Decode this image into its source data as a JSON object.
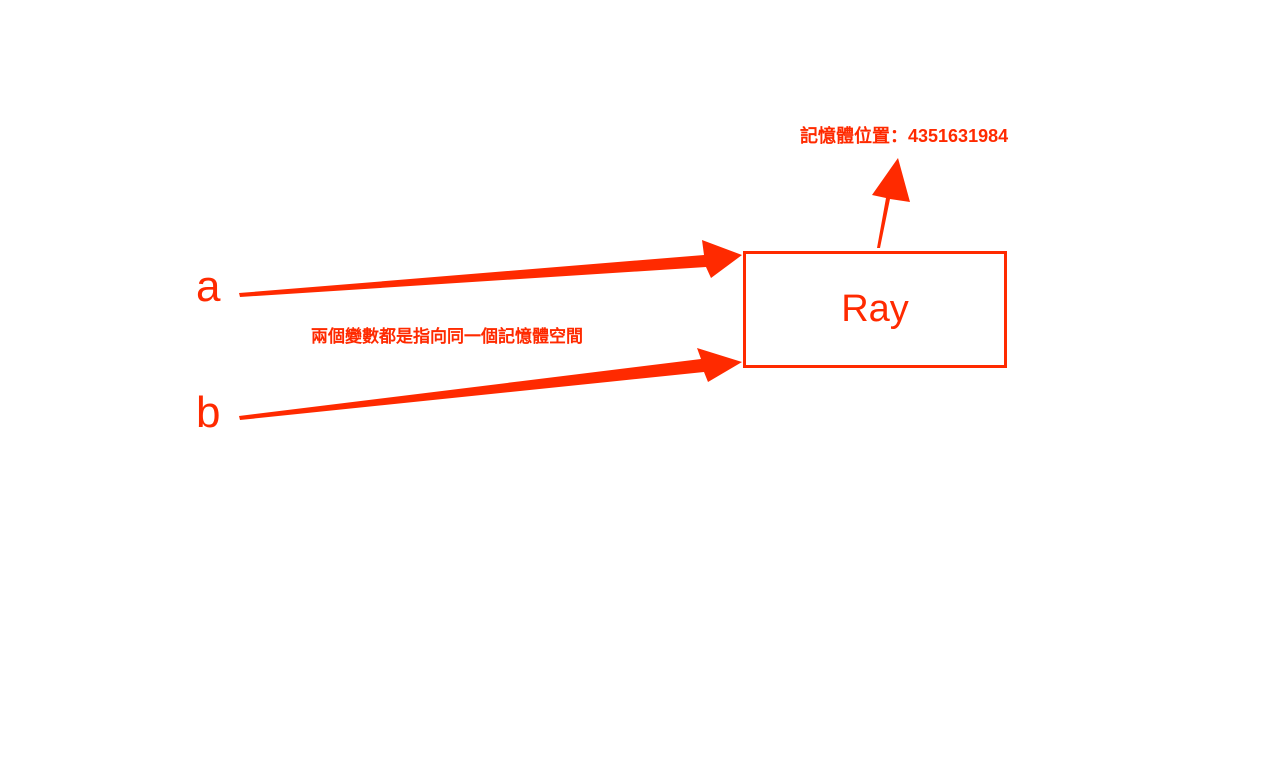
{
  "variables": [
    "a",
    "b"
  ],
  "object_value": "Ray",
  "note": "兩個變數都是指向同一個記憶體空間",
  "memory_address_label": "記憶體位置：4351631984",
  "accent_color": "#ff2a00"
}
